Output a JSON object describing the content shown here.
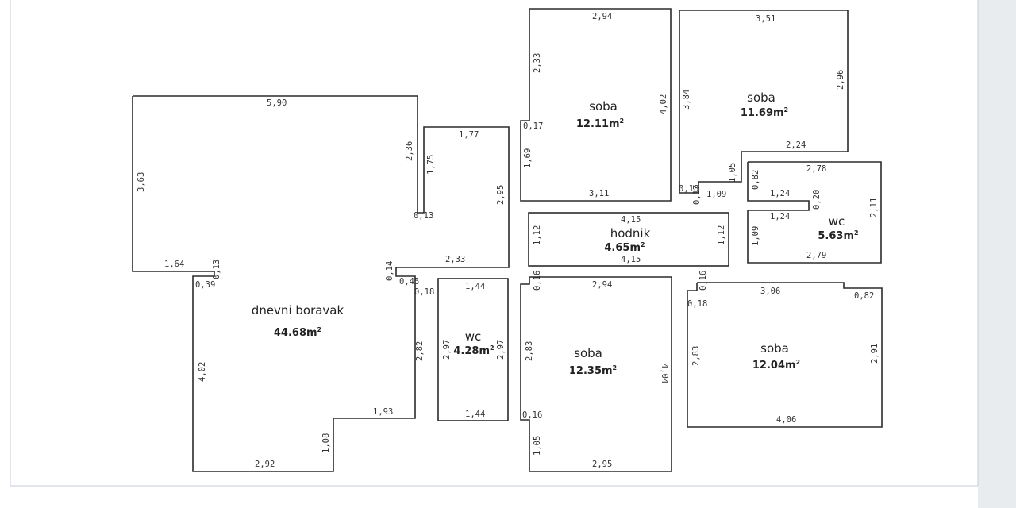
{
  "rooms": {
    "dnevni": {
      "name": "dnevni boravak",
      "area": "44.68m",
      "sup": "2"
    },
    "soba1": {
      "name": "soba",
      "area": "12.11m",
      "sup": "2"
    },
    "soba2": {
      "name": "soba",
      "area": "11.69m",
      "sup": "2"
    },
    "wc1": {
      "name": "wc",
      "area": "5.63m",
      "sup": "2"
    },
    "hodnik": {
      "name": "hodnik",
      "area": "4.65m",
      "sup": "2"
    },
    "wc2": {
      "name": "wc",
      "area": "4.28m",
      "sup": "2"
    },
    "soba3": {
      "name": "soba",
      "area": "12.35m",
      "sup": "2"
    },
    "soba4": {
      "name": "soba",
      "area": "12.04m",
      "sup": "2"
    }
  },
  "dims": {
    "d_590": "5,90",
    "d_363": "3,63",
    "d_236": "2,36",
    "d_013a": "0,13",
    "d_164": "1,64",
    "d_013b": "0,13",
    "d_039": "0,39",
    "d_402a": "4,02",
    "d_292": "2,92",
    "d_108": "1,08",
    "d_193": "1,93",
    "d_282": "2,82",
    "d_018a": "0,18",
    "d_045": "0,45",
    "d_014": "0,14",
    "d_233": "2,33",
    "d_295a": "2,95",
    "d_177": "1,77",
    "d_175": "1,75",
    "d_294a": "2,94",
    "d_233b": "2,33",
    "d_017a": "0,17",
    "d_169": "1,69",
    "d_311": "3,11",
    "d_402b": "4,02",
    "d_351": "3,51",
    "d_296": "2,96",
    "d_384": "3,84",
    "d_224": "2,24",
    "d_105a": "1,05",
    "d_018b": "0,18",
    "d_017b": "0,17",
    "d_109a": "1,09",
    "d_278": "2,78",
    "d_082a": "0,82",
    "d_124a": "1,24",
    "d_020": "0,20",
    "d_124b": "1,24",
    "d_211": "2,11",
    "d_109b": "1,09",
    "d_279": "2,79",
    "d_415a": "4,15",
    "d_112a": "1,12",
    "d_112b": "1,12",
    "d_415b": "4,15",
    "d_144a": "1,44",
    "d_297a": "2,97",
    "d_297b": "2,97",
    "d_144b": "1,44",
    "d_016a": "0,16",
    "d_294b": "2,94",
    "d_283a": "2,83",
    "d_404": "4,04",
    "d_016b": "0,16",
    "d_105b": "1,05",
    "d_295b": "2,95",
    "d_016c": "0,16",
    "d_018c": "0,18",
    "d_306": "3,06",
    "d_082b": "0,82",
    "d_283b": "2,83",
    "d_291": "2,91",
    "d_406": "4,06"
  }
}
